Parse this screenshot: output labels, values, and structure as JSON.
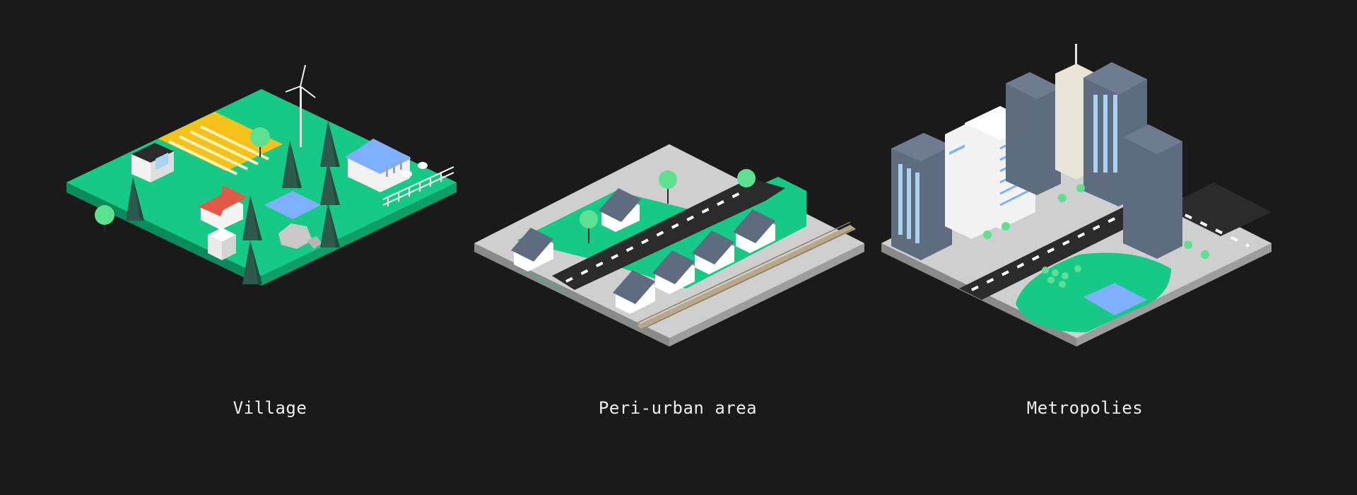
{
  "scenes": [
    {
      "id": "village",
      "label": "Village"
    },
    {
      "id": "peri-urban",
      "label": "Peri-urban area"
    },
    {
      "id": "metropolis",
      "label": "Metropolies"
    }
  ],
  "colors": {
    "background": "#1a1a1a",
    "grass": "#16c987",
    "grass_side": "#0f9e69",
    "road": "#2b2b2b",
    "pavement": "#cfcfcf",
    "water": "#7fb0ff",
    "field": "#f5c21b",
    "tree_dark": "#2d5a4c",
    "tree_light": "#5de08f",
    "roof_slate": "#5f6b7f",
    "building_glass": "#a9d3f2"
  }
}
